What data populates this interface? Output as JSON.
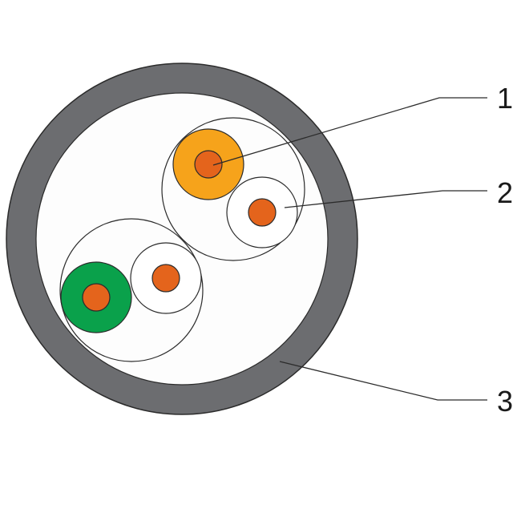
{
  "colors": {
    "background": "#ffffff",
    "jacket": "#6c6d70",
    "jacket_inner": "#fdfdfd",
    "outline": "#2b2b2b",
    "insulation_orange": "#f6a31b",
    "insulation_green": "#0aa14b",
    "insulation_white": "#ffffff",
    "conductor": "#e4641c",
    "leader_line": "#2b2b2b"
  },
  "pairs": [
    {
      "color_1": "orange",
      "color_2": "white"
    },
    {
      "color_1": "green",
      "color_2": "white"
    }
  ],
  "callouts": [
    {
      "number": "1",
      "target": "conductor"
    },
    {
      "number": "2",
      "target": "insulation"
    },
    {
      "number": "3",
      "target": "outer-jacket"
    }
  ]
}
